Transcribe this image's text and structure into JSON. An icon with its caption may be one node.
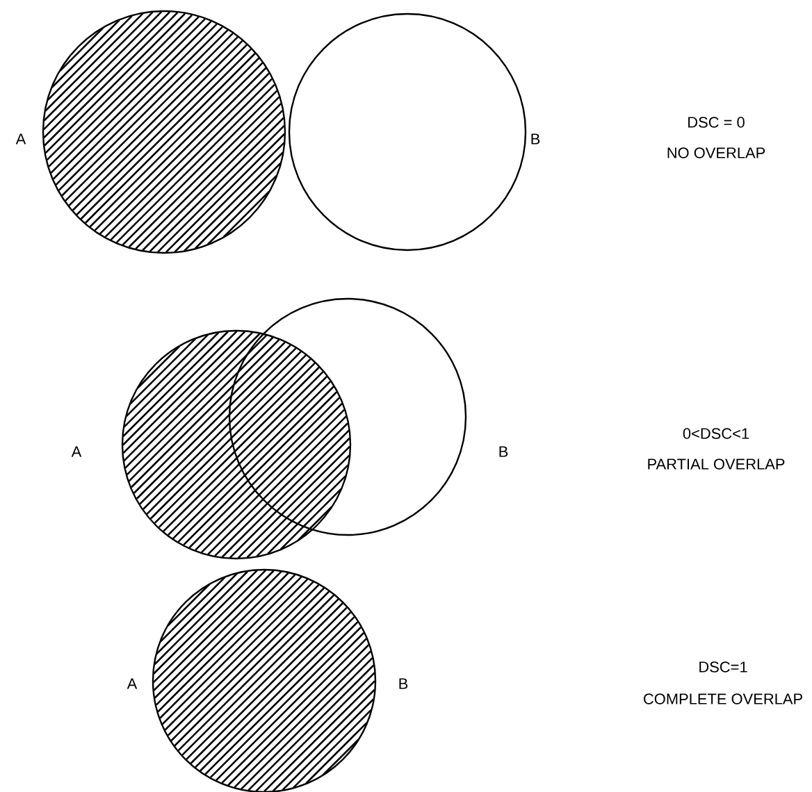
{
  "diagram": {
    "nodes": [
      {
        "text": [],
        "shape": "circle",
        "beside": [
          "A"
        ]
      },
      {
        "text": [],
        "shape": "circle",
        "beside": [
          "B"
        ]
      },
      {
        "text": [],
        "shape": "circle",
        "beside": [
          "A"
        ]
      },
      {
        "text": [],
        "shape": "circle",
        "beside": [
          "B"
        ]
      },
      {
        "text": [],
        "shape": "circle",
        "beside": [
          "A",
          "B"
        ]
      }
    ],
    "labels": [
      "DSC = 0",
      "NO OVERLAP",
      "0<DSC<1",
      "PARTIAL OVERLAP",
      "DSC=1",
      "COMPLETE OVERLAP"
    ]
  }
}
